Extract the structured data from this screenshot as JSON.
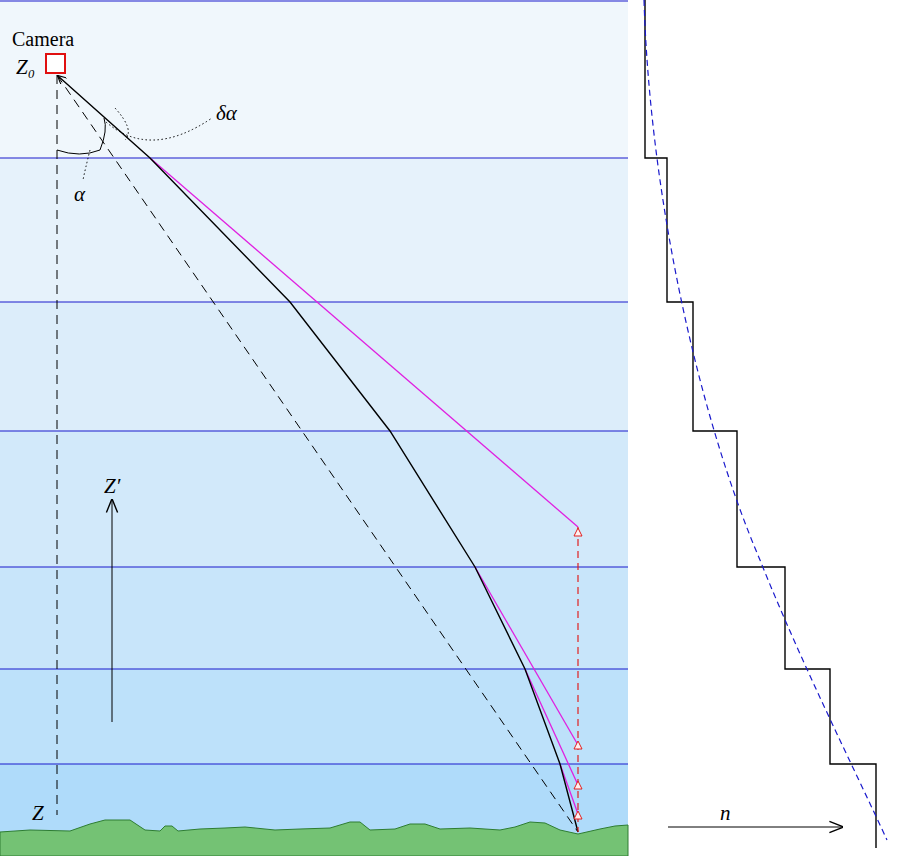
{
  "diagram": {
    "nodes": [
      {
        "text": [
          "Camera"
        ]
      }
    ],
    "labels": [
      "Z₀",
      "δα",
      "α",
      "Z′",
      "Z",
      "n"
    ]
  }
}
